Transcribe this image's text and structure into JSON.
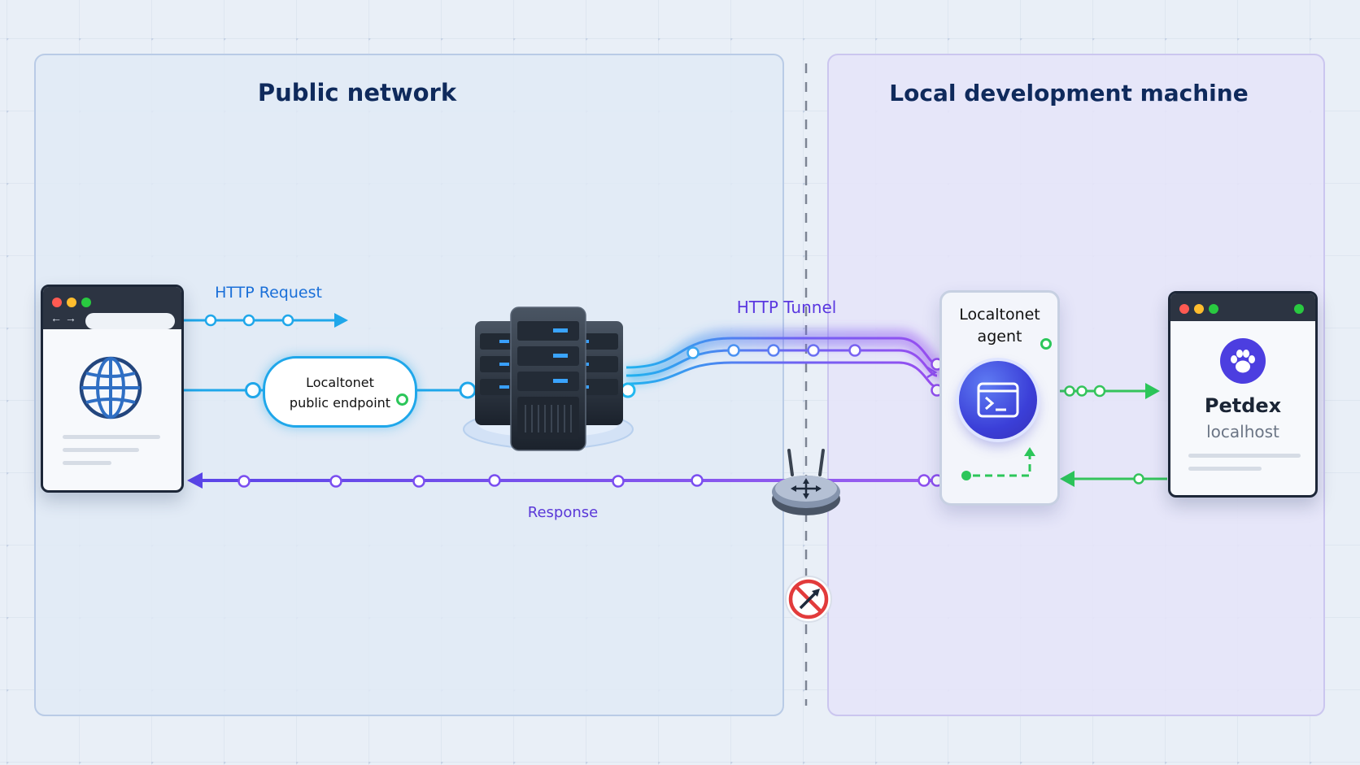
{
  "zones": {
    "public": {
      "title": "Public network"
    },
    "local": {
      "title": "Local development machine"
    }
  },
  "flows": {
    "http_request": "HTTP Request",
    "http_tunnel": "HTTP Tunnel",
    "response": "Response"
  },
  "endpoint": {
    "line1": "Localtonet",
    "line2": "public endpoint"
  },
  "agent": {
    "line1": "Localtonet",
    "line2": "agent"
  },
  "app": {
    "name": "Petdex",
    "host": "localhost"
  },
  "icons": {
    "browser": "globe-icon",
    "server": "server-rack-icon",
    "router": "router-icon",
    "agent": "terminal-icon",
    "app": "paw-icon",
    "blocked": "no-inbound-icon"
  },
  "colors": {
    "request": "#1fa7ea",
    "tunnel_start": "#22b8f0",
    "tunnel_end": "#8a4cf0",
    "response": "#7a4ef0",
    "local": "#2cc65a",
    "zone_local_fill": "#e7e5f8",
    "zone_public_fill": "#e3ecf7"
  }
}
